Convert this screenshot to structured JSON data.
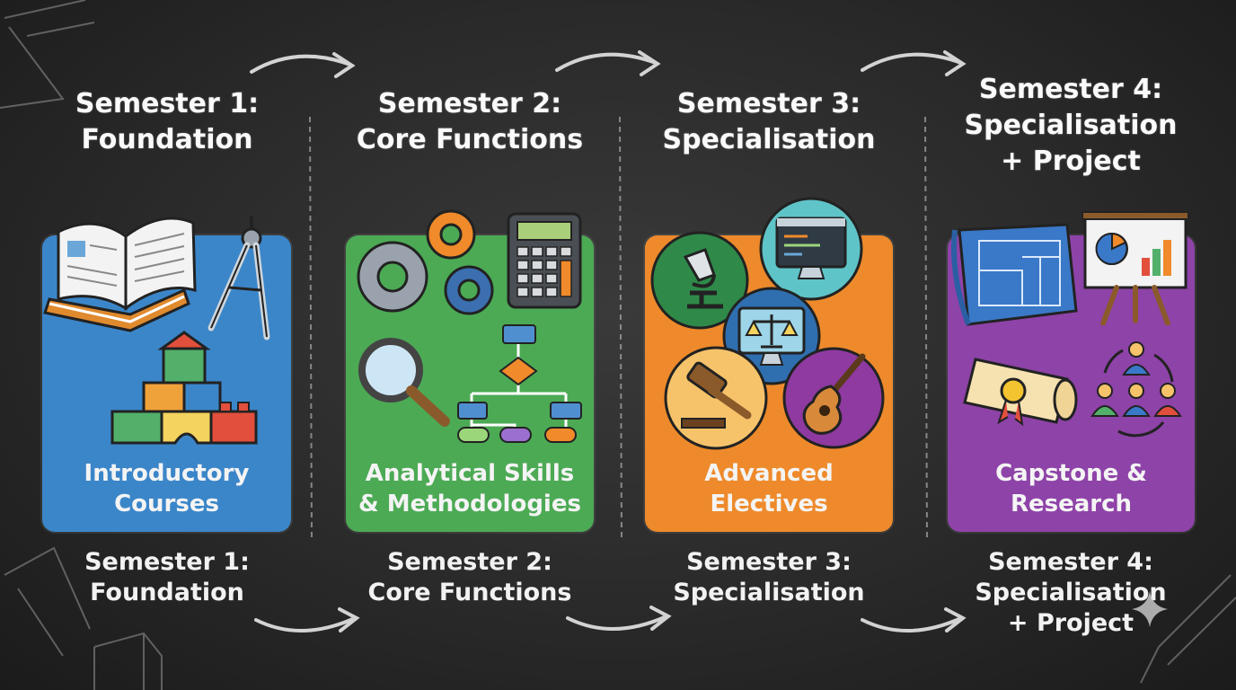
{
  "colors": {
    "background": "#2b2b2b",
    "card_blue": "#3b86c9",
    "card_green": "#4caa55",
    "card_orange": "#ee8a2b",
    "card_purple": "#8e43a8"
  },
  "semesters": [
    {
      "heading": "Semester 1:\nFoundation",
      "card_label": "Introductory\nCourses",
      "subheading": "Semester 1:\nFoundation",
      "icons": [
        "open-book-icon",
        "drafting-compass-icon",
        "building-blocks-icon"
      ]
    },
    {
      "heading": "Semester 2:\nCore Functions",
      "card_label": "Analytical Skills\n& Methodologies",
      "subheading": "Semester 2:\nCore Functions",
      "icons": [
        "gears-icon",
        "calculator-icon",
        "magnifier-icon",
        "flowchart-icon"
      ]
    },
    {
      "heading": "Semester 3:\nSpecialisation",
      "card_label": "Advanced\nElectives",
      "subheading": "Semester 3:\nSpecialisation",
      "icons": [
        "microscope-icon",
        "code-monitor-icon",
        "scales-monitor-icon",
        "gavel-icon",
        "guitar-icon"
      ]
    },
    {
      "heading": "Semester 4:\nSpecialisation\n+ Project",
      "card_label": "Capstone &\nResearch",
      "subheading": "Semester 4:\nSpecialisation\n+ Project",
      "icons": [
        "blueprint-icon",
        "presentation-easel-icon",
        "diploma-scroll-icon",
        "team-icon"
      ]
    }
  ]
}
